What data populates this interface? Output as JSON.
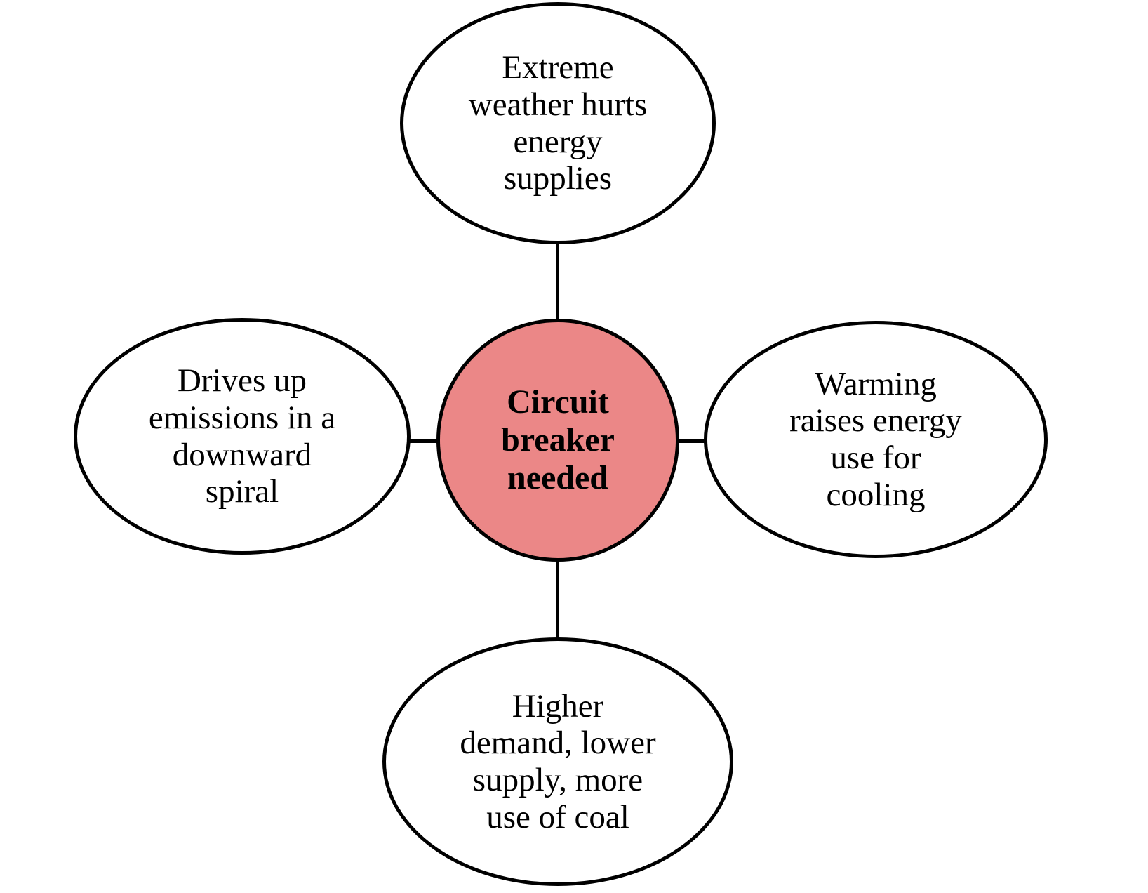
{
  "colors": {
    "center_fill": "#eb8787",
    "satellite_fill": "#ffffff",
    "stroke": "#000000",
    "background": "#ffffff"
  },
  "diagram": {
    "type": "spider-diagram",
    "center_node": {
      "label": "Circuit\nbreaker\nneeded"
    },
    "nodes": [
      {
        "id": "top",
        "label": "Extreme\nweather hurts\nenergy\nsupplies"
      },
      {
        "id": "left",
        "label": "Drives up\nemissions in a\ndownward\nspiral"
      },
      {
        "id": "right",
        "label": "Warming\nraises energy\nuse for\ncooling"
      },
      {
        "id": "bottom",
        "label": "Higher\ndemand, lower\nsupply, more\nuse of coal"
      }
    ]
  }
}
